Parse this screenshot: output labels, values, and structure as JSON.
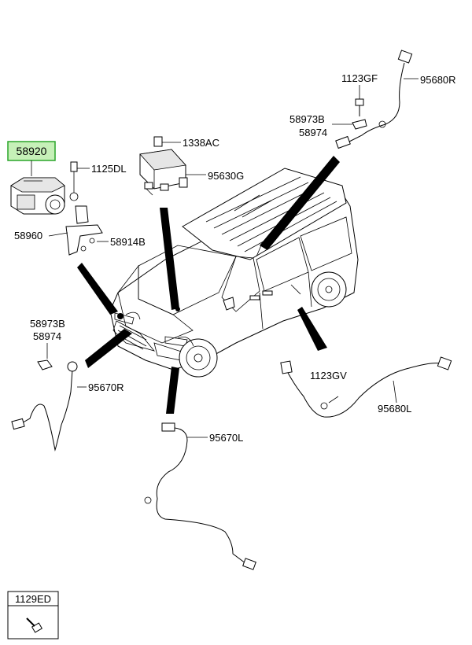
{
  "parts": {
    "p58920": "58920",
    "p1125DL": "1125DL",
    "p58960": "58960",
    "p58914B": "58914B",
    "p1338AC": "1338AC",
    "p95630G": "95630G",
    "p1123GF": "1123GF",
    "p95680R": "95680R",
    "p58973B_r": "58973B",
    "p58974_r": "58974",
    "p58973B_l": "58973B",
    "p58974_l": "58974",
    "p95670R": "95670R",
    "p1123GV": "1123GV",
    "p95680L": "95680L",
    "p95670L": "95670L",
    "p1129ED": "1129ED"
  },
  "highlight": {
    "part": "58920",
    "fill": "#c6f0b8",
    "border": "#2aa52a"
  }
}
